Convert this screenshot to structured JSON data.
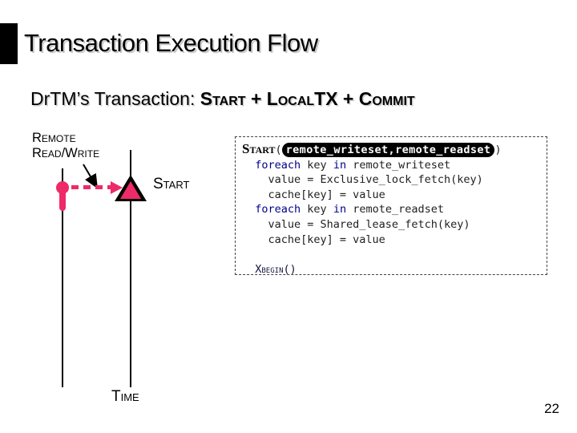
{
  "header": {
    "title": "Transaction Execution Flow"
  },
  "subtitle": {
    "prefix": "DrTM’s Transaction: ",
    "emphasis": "Start + LocalTX + Commit"
  },
  "diagram": {
    "remote_label_line1": "Remote",
    "remote_label_line2": "Read/Write",
    "start_label": "Start",
    "time_label": "Time",
    "accent_color": "#ee2a68"
  },
  "code_block": {
    "keyword_color": "#00008b",
    "text_color": "#1f1f1f",
    "highlight_bg": "#000000",
    "highlight_fg": "#ffffff",
    "lines": [
      {
        "segments": [
          {
            "text": "Start",
            "style": "fn"
          },
          {
            "text": "(",
            "style": "plain"
          },
          {
            "text": "remote_writeset,remote_readset",
            "style": "highlight"
          },
          {
            "text": ")",
            "style": "plain"
          }
        ]
      },
      {
        "segments": [
          {
            "text": "  ",
            "style": "plain"
          },
          {
            "text": "foreach",
            "style": "keyword"
          },
          {
            "text": " key ",
            "style": "plain"
          },
          {
            "text": "in",
            "style": "keyword"
          },
          {
            "text": " remote_writeset",
            "style": "plain"
          }
        ]
      },
      {
        "segments": [
          {
            "text": "    value = Exclusive_lock_fetch(key)",
            "style": "plain"
          }
        ]
      },
      {
        "segments": [
          {
            "text": "    cache[key] = value",
            "style": "plain"
          }
        ]
      },
      {
        "segments": [
          {
            "text": "  ",
            "style": "plain"
          },
          {
            "text": "foreach",
            "style": "keyword"
          },
          {
            "text": " key ",
            "style": "plain"
          },
          {
            "text": "in",
            "style": "keyword"
          },
          {
            "text": " remote_readset",
            "style": "plain"
          }
        ]
      },
      {
        "segments": [
          {
            "text": "    value = Shared_lease_fetch(key)",
            "style": "plain"
          }
        ]
      },
      {
        "segments": [
          {
            "text": "    cache[key] = value",
            "style": "plain"
          }
        ]
      },
      {
        "segments": [
          {
            "text": " ",
            "style": "plain"
          }
        ]
      },
      {
        "segments": [
          {
            "text": "  ",
            "style": "plain"
          },
          {
            "text": "Xbegin()",
            "style": "fn2"
          }
        ]
      }
    ]
  },
  "footer": {
    "page_number": "22"
  }
}
